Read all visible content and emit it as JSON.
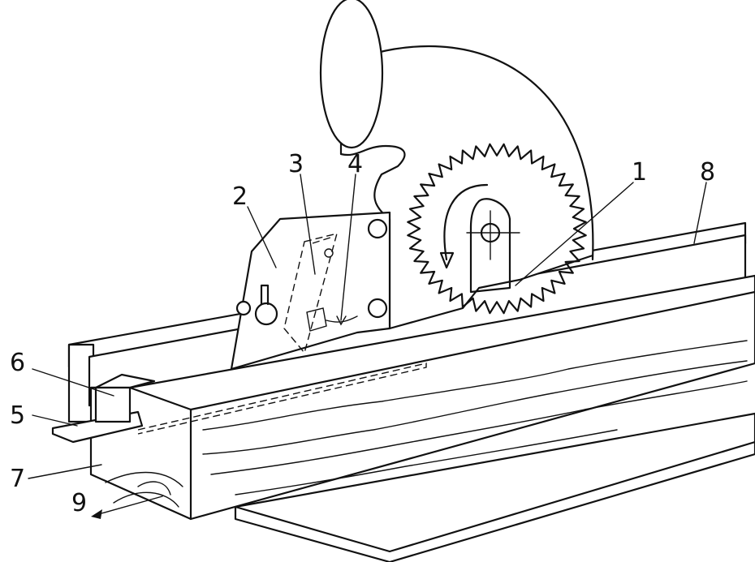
{
  "labels": {
    "l1": "1",
    "l2": "2",
    "l3": "3",
    "l4": "4",
    "l5": "5",
    "l6": "6",
    "l7": "7",
    "l8": "8",
    "l9": "9"
  },
  "colors": {
    "line": "#111111",
    "background": "#ffffff"
  }
}
